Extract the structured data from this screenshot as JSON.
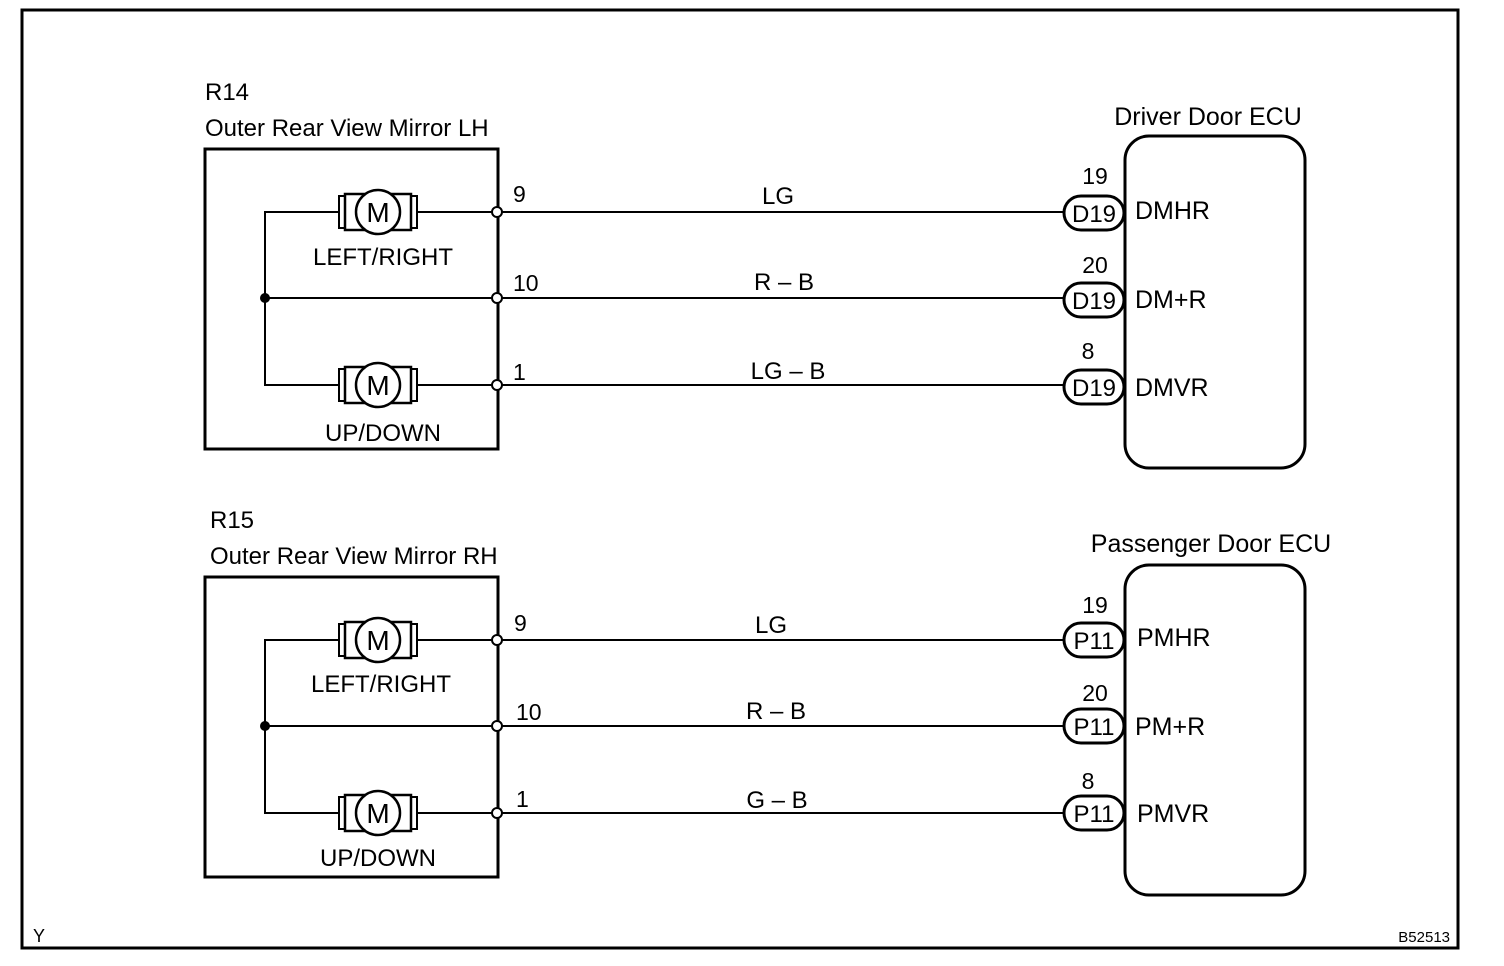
{
  "figure_id": "B52513",
  "corner_mark": "Y",
  "circuits": [
    {
      "mirror_code": "R14",
      "mirror_name": "Outer Rear View Mirror LH",
      "motor_labels": [
        "LEFT/RIGHT",
        "UP/DOWN"
      ],
      "motor_symbol": "M",
      "ecu_name": "Driver Door ECU",
      "connector": "D19",
      "wires": [
        {
          "mirror_pin": "9",
          "color": "LG",
          "ecu_pin": "19",
          "terminal": "DMHR"
        },
        {
          "mirror_pin": "10",
          "color": "R – B",
          "ecu_pin": "20",
          "terminal": "DM+R"
        },
        {
          "mirror_pin": "1",
          "color": "LG – B",
          "ecu_pin": "8",
          "terminal": "DMVR"
        }
      ]
    },
    {
      "mirror_code": "R15",
      "mirror_name": "Outer Rear View Mirror RH",
      "motor_labels": [
        "LEFT/RIGHT",
        "UP/DOWN"
      ],
      "motor_symbol": "M",
      "ecu_name": "Passenger Door ECU",
      "connector": "P11",
      "wires": [
        {
          "mirror_pin": "9",
          "color": "LG",
          "ecu_pin": "19",
          "terminal": "PMHR"
        },
        {
          "mirror_pin": "10",
          "color": "R – B",
          "ecu_pin": "20",
          "terminal": "PM+R"
        },
        {
          "mirror_pin": "1",
          "color": "G – B",
          "ecu_pin": "8",
          "terminal": "PMVR"
        }
      ]
    }
  ]
}
